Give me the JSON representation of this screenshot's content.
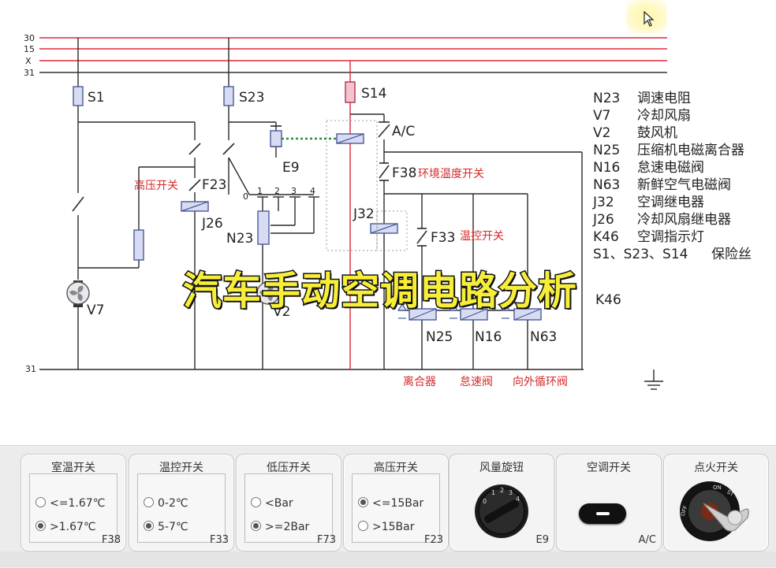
{
  "diagram": {
    "rails": [
      "30",
      "15",
      "X",
      "31"
    ],
    "ground_label": "31",
    "fuses": [
      "S1",
      "S23",
      "S14"
    ],
    "components": {
      "v7": "V7",
      "v2": "V2",
      "f23": "F23",
      "j26": "J26",
      "n23": "N23",
      "e9": "E9",
      "ac": "A/C",
      "f38": "F38",
      "j32": "J32",
      "f33": "F33",
      "k46": "K46",
      "n25": "N25",
      "n16": "N16",
      "n63": "N63"
    },
    "e9_positions": [
      "0",
      "1",
      "2",
      "3",
      "4"
    ],
    "annotations": {
      "high_pressure": "高压开关",
      "ambient_temp": "环境温度开关",
      "thermostat": "温控开关",
      "clutch": "离合器",
      "idle_valve": "怠速阀",
      "recirc_valve": "向外循环阀"
    },
    "colors": {
      "power_red": "#e0283c",
      "fuse_fill": "#d8dcf2",
      "fuse_stroke": "#4a5a9a",
      "wire": "#2a2a2a",
      "dotted_green": "#2e8b3e"
    }
  },
  "legend": [
    {
      "code": "N23",
      "desc": "调速电阻"
    },
    {
      "code": "V7",
      "desc": "冷却风扇"
    },
    {
      "code": "V2",
      "desc": "鼓风机"
    },
    {
      "code": "N25",
      "desc": "压缩机电磁离合器"
    },
    {
      "code": "N16",
      "desc": "怠速电磁阀"
    },
    {
      "code": "N63",
      "desc": "新鲜空气电磁阀"
    },
    {
      "code": "J32",
      "desc": "空调继电器"
    },
    {
      "code": "J26",
      "desc": "冷却风扇继电器"
    },
    {
      "code": "K46",
      "desc": "空调指示灯"
    },
    {
      "code": "S1、S23、S14",
      "desc": "保险丝"
    }
  ],
  "banner": "汽车手动空调电路分析",
  "cursor_icon": "mouse-pointer-icon",
  "panel": {
    "cards": [
      {
        "title": "室温开关",
        "code": "F38",
        "options": [
          {
            "label": "<=1.67℃",
            "selected": false
          },
          {
            "label": ">1.67℃",
            "selected": true
          }
        ]
      },
      {
        "title": "温控开关",
        "code": "F33",
        "options": [
          {
            "label": "0-2℃",
            "selected": false
          },
          {
            "label": "5-7℃",
            "selected": true
          }
        ]
      },
      {
        "title": "低压开关",
        "code": "F73",
        "options": [
          {
            "label": "<Bar",
            "selected": false
          },
          {
            "label": ">=2Bar",
            "selected": true
          }
        ]
      },
      {
        "title": "高压开关",
        "code": "F23",
        "options": [
          {
            "label": "<=15Bar",
            "selected": true
          },
          {
            "label": ">15Bar",
            "selected": false
          }
        ]
      },
      {
        "title": "风量旋钮",
        "code": "E9",
        "knob_marks": [
          "0",
          "1",
          "2",
          "3",
          "4"
        ]
      },
      {
        "title": "空调开关",
        "code": "A/C"
      },
      {
        "title": "点火开关",
        "code": "",
        "ignition_marks": [
          "OFF",
          "ON",
          "ST"
        ]
      }
    ]
  }
}
